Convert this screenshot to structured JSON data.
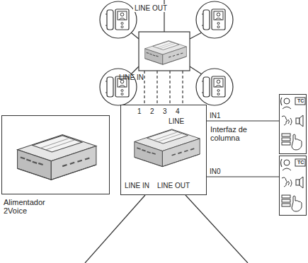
{
  "diagram": {
    "nodes": [
      {
        "text": [
          "Alimentador 2Voice"
        ]
      },
      {
        "text": [
          "Interfaz de columna"
        ]
      },
      {
        "text": [
          "TC"
        ]
      },
      {
        "text": [
          "TC"
        ]
      }
    ],
    "edges": [
      {
        "from": 1,
        "to": 2,
        "arrow": "none",
        "label": "IN1"
      },
      {
        "from": 1,
        "to": 3,
        "arrow": "none",
        "label": "IN0"
      }
    ],
    "labels": [
      "LINE OUT",
      "LINE IN",
      "1",
      "2",
      "3",
      "4",
      "LINE",
      "LINE IN",
      "LINE OUT"
    ]
  }
}
